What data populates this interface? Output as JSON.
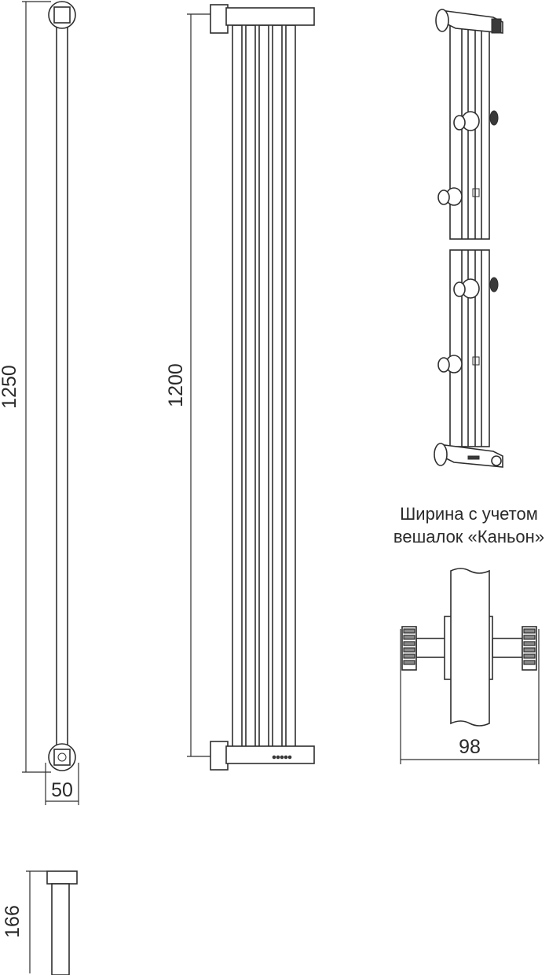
{
  "dimensions": {
    "total_height": "1250",
    "mount_distance": "1200",
    "mount_width": "50",
    "depth": "166",
    "width_with_hangers": "98"
  },
  "caption": {
    "line1": "Ширина с учетом",
    "line2": "вешалок «Каньон»"
  },
  "colors": {
    "line": "#2e2e2e",
    "background": "#ffffff"
  }
}
